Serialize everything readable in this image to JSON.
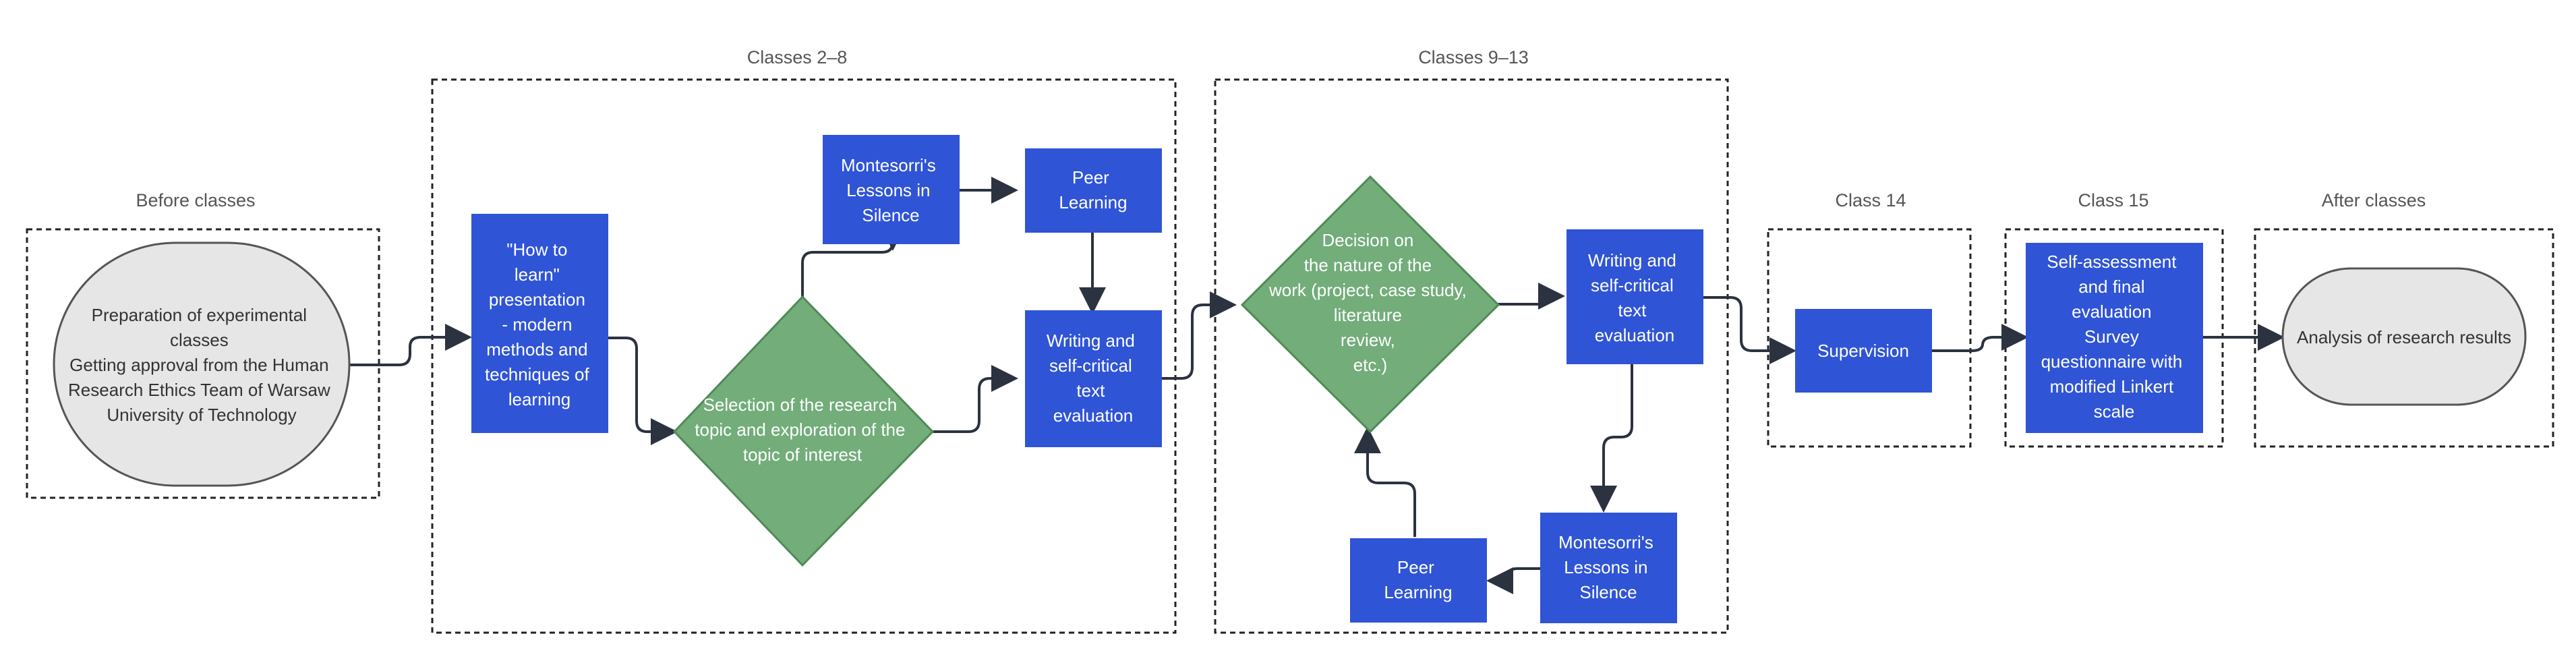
{
  "frames": {
    "before": "Before classes",
    "classes_2_8": "Classes 2–8",
    "classes_9_13": "Classes 9–13",
    "class_14": "Class 14",
    "class_15": "Class 15",
    "after": "After classes"
  },
  "nodes": {
    "preparation": [
      "Preparation of experimental",
      "classes",
      "Getting approval from the Human",
      "Research Ethics Team of Warsaw",
      "University of Technology"
    ],
    "how_to_learn": [
      "\"How to",
      "learn\"",
      "presentation",
      "- modern",
      "methods and",
      "techniques of",
      "learning"
    ],
    "selection": [
      "Selection of the research",
      "topic and exploration of the",
      "topic of interest"
    ],
    "montessori_1": [
      "Montesorri's",
      "Lessons in",
      "Silence"
    ],
    "peer_1": [
      "Peer",
      "Learning"
    ],
    "writing_1": [
      "Writing and",
      "self-critical",
      "text",
      "evaluation"
    ],
    "decision": [
      "Decision on",
      "the nature of the",
      "work (project, case study,",
      "literature",
      "review,",
      "etc.)"
    ],
    "writing_2": [
      "Writing and",
      "self-critical",
      "text",
      "evaluation"
    ],
    "montessori_2": [
      "Montesorri's",
      "Lessons in",
      "Silence"
    ],
    "peer_2": [
      "Peer",
      "Learning"
    ],
    "supervision": [
      "Supervision"
    ],
    "self_assessment": [
      "Self-assessment",
      "and final",
      "evaluation",
      "Survey",
      "questionnaire with",
      "modified Linkert",
      "scale"
    ],
    "analysis": [
      "Analysis of research results"
    ]
  },
  "colors": {
    "process": "#2f54d6",
    "decision": "#72ad7a",
    "terminal": "#e6e6e6"
  }
}
